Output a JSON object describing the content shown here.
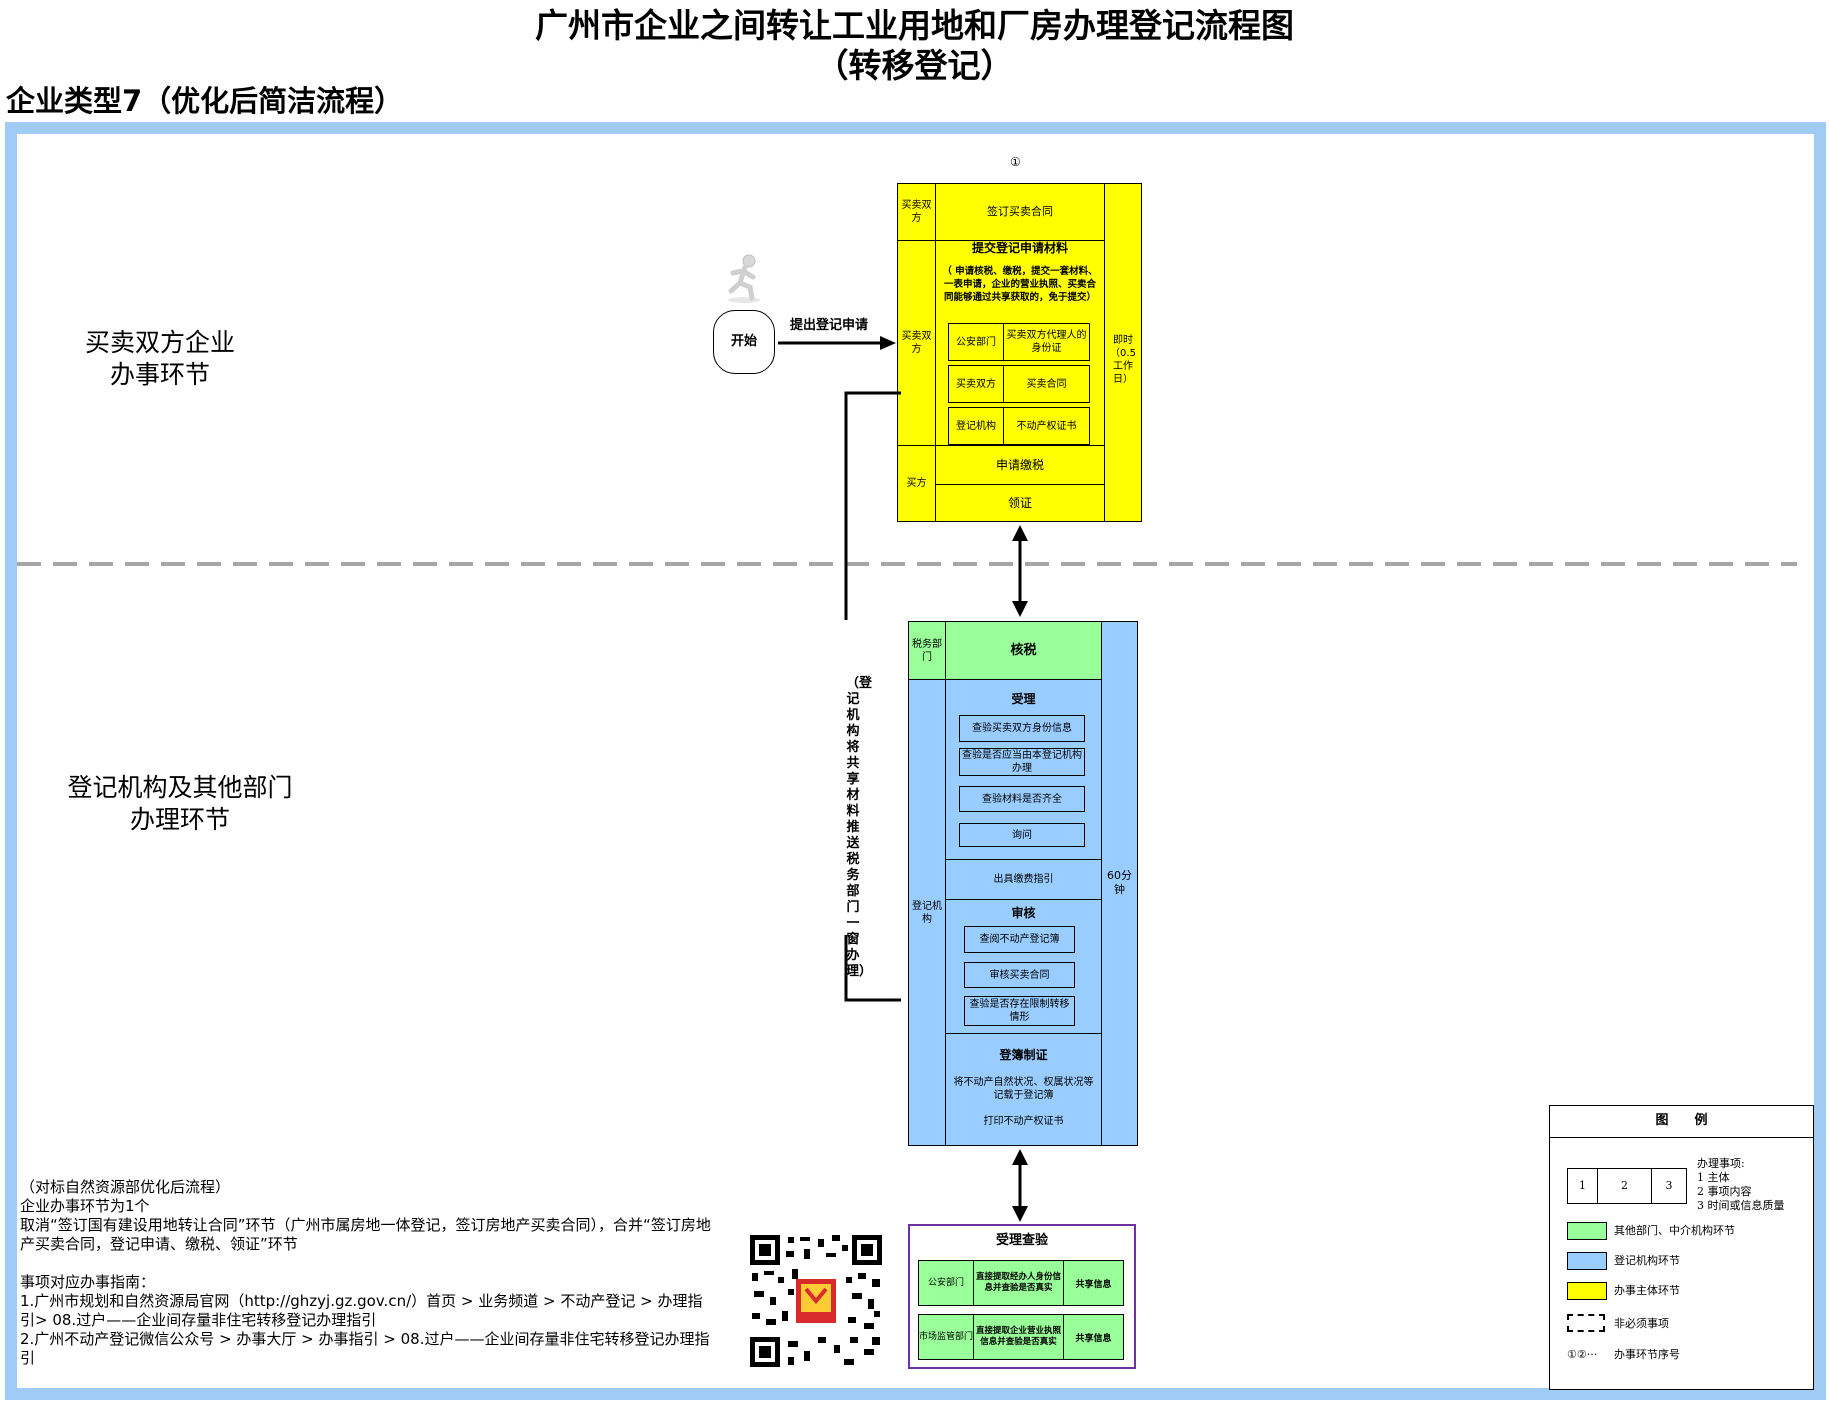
{
  "header": {
    "title_line1": "广州市企业之间转让工业用地和厂房办理登记流程图",
    "title_line2": "（转移登记）",
    "subtitle": "企业类型7（优化后简洁流程）"
  },
  "lanes": {
    "top_label_1": "买卖双方企业",
    "top_label_2": "办事环节",
    "bottom_label_1": "登记机构及其他部门",
    "bottom_label_2": "办理环节"
  },
  "start": {
    "label": "开始",
    "arrow_label": "提出登记申请"
  },
  "step1": {
    "number": "①",
    "r1_subject": "买卖双方",
    "r1_content": "签订买卖合同",
    "r2_subject": "买卖双方",
    "r2_title": "提交登记申请材料",
    "r2_desc": "（ 申请核税、缴税，提交一套材料、一表申请，企业的营业执照、买卖合同能够通过共享获取的，免于提交）",
    "materials": [
      {
        "party": "公安部门",
        "item": "买卖双方代理人的身份证"
      },
      {
        "party": "买卖双方",
        "item": "买卖合同"
      },
      {
        "party": "登记机构",
        "item": "不动产权证书"
      }
    ],
    "r3_subject": "买方",
    "r3_a": "申请缴税",
    "r3_b": "领证",
    "time": "即时（0.5工作日）"
  },
  "side_note": "（登记机构将共享材料推送税务部门一窗办理）",
  "step2": {
    "tax_subject": "税务部门",
    "tax_content": "核税",
    "reg_subject": "登记机构",
    "accept_title": "受理",
    "accept_items": [
      "查验买卖双方身份信息",
      "查验是否应当由本登记机构办理",
      "查验材料是否齐全",
      "询问"
    ],
    "fee": "出具缴费指引",
    "review_title": "审核",
    "review_items": [
      "查阅不动产登记簿",
      "审核买卖合同",
      "查验是否存在限制转移情形"
    ],
    "record_title": "登簿制证",
    "record_desc": "将不动产自然状况、权属状况等记载于登记簿",
    "record_print": "打印不动产权证书",
    "time": "60分钟"
  },
  "verify": {
    "title": "受理查验",
    "rows": [
      {
        "dept": "公安部门",
        "desc": "直接提取经办人身份信息并查验是否真实",
        "tag": "共享信息"
      },
      {
        "dept": "市场监管部门",
        "desc": "直接提取企业营业执照信息并查验是否真实",
        "tag": "共享信息"
      }
    ]
  },
  "notes": {
    "text": "（对标自然资源部优化后流程）\n企业办事环节为1个\n取消“签订国有建设用地转让合同”环节（广州市属房地一体登记，签订房地产买卖合同），合并“签订房地产买卖合同，登记申请、缴税、领证”环节\n\n事项对应办事指南：\n1.广州市规划和自然资源局官网（http://ghzyj.gz.gov.cn/）首页 > 业务频道 > 不动产登记 > 办理指引> 08.过户——企业间存量非住宅转移登记办理指引\n2.广州不动产登记微信公众号 > 办事大厅 > 办事指引 > 08.过户——企业间存量非住宅转移登记办理指引"
  },
  "legend": {
    "title": "图　　例",
    "box_nums": [
      "1",
      "2",
      "3"
    ],
    "box_heading": "办理事项:",
    "box_1": "1 主体",
    "box_2": "2 事项内容",
    "box_3": "3 时间或信息质量",
    "green": "其他部门、中介机构环节",
    "blue": "登记机构环节",
    "yellow": "办事主体环节",
    "dashed": "非必须事项",
    "seq_symbol": "①②···",
    "seq": "办事环节序号"
  },
  "colors": {
    "frame": "#9fcbf5",
    "yellow": "#ffff00",
    "blue": "#99ccff",
    "green": "#99ff99",
    "purple": "#7030a0"
  }
}
